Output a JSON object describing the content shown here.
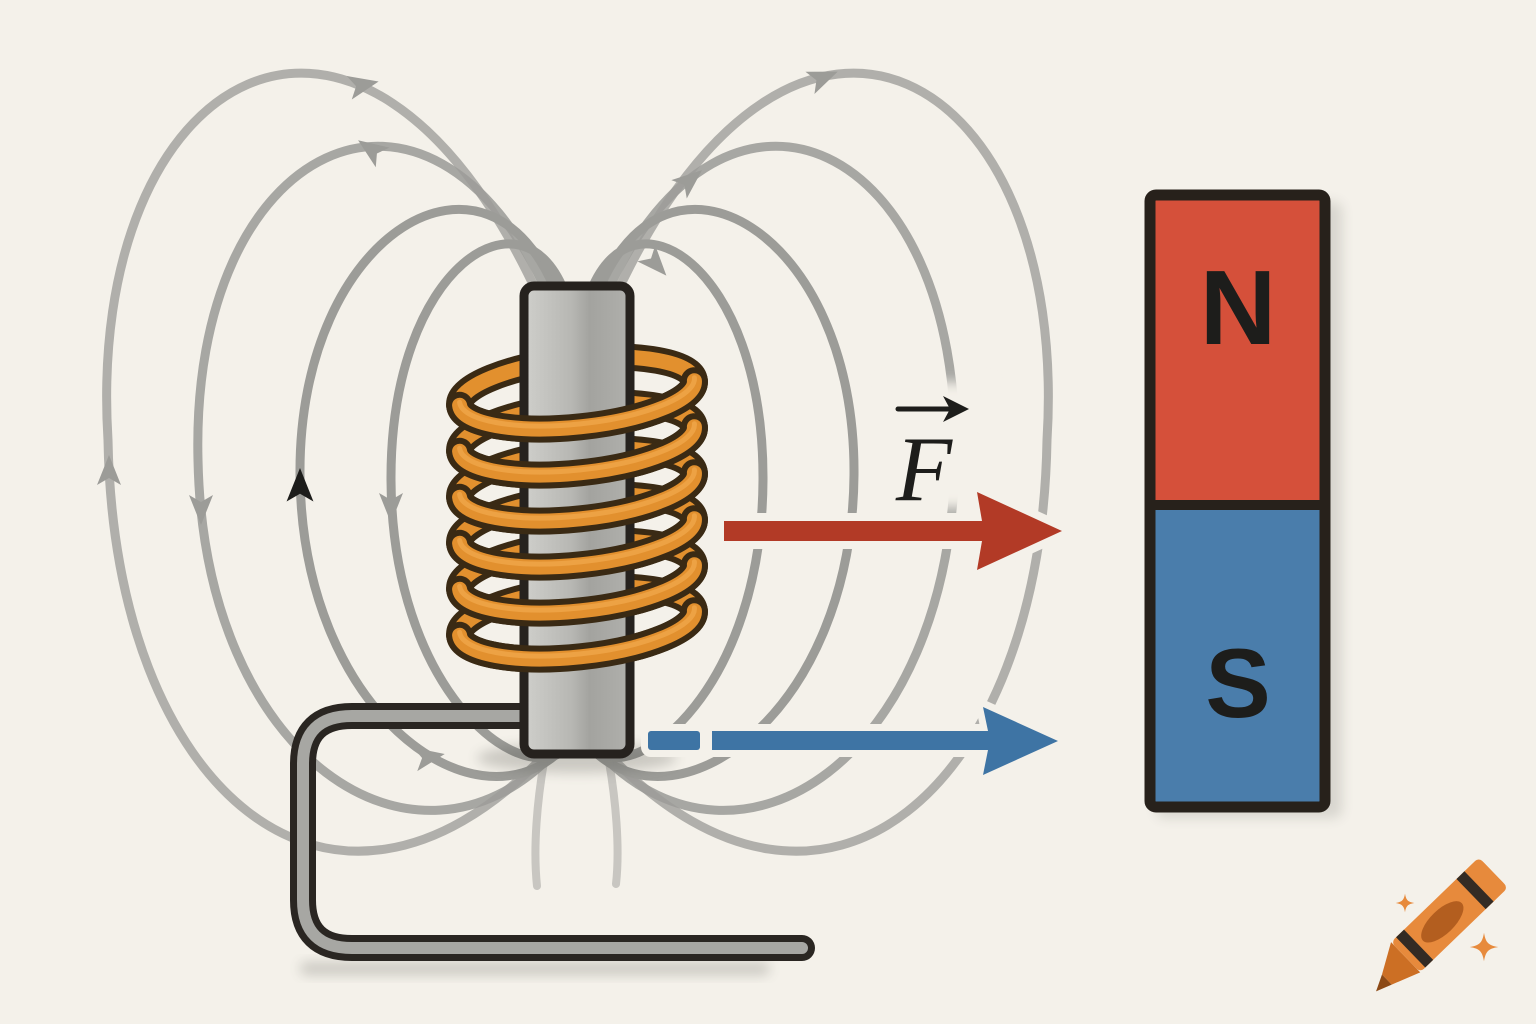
{
  "diagram": {
    "description": "Electromagnet coil on an iron core with magnetic field lines, a red force vector, a blue dashed reaction vector, and a bar magnet",
    "force_label": "F",
    "magnet": {
      "north_label": "N",
      "south_label": "S"
    },
    "coil_turns": 6,
    "colors": {
      "background": "#f4f1ea",
      "field_line": "#9c9c98",
      "coil": "#e2902e",
      "coil_outline": "#3a2a14",
      "coil_highlight": "#f2a94e",
      "core_outline": "#26221e",
      "wire_core": "#a7a7a3",
      "wire_outline": "#2a2622",
      "force_arrow": "#b23a26",
      "reaction_arrow": "#3e74a4",
      "magnet_north": "#d5503a",
      "magnet_south": "#4a7dab",
      "magnet_outline": "#27211b",
      "ink": "#1d1d1b",
      "watermark": "#e78a3c",
      "watermark_dark": "#b05c1e",
      "watermark_deep": "#8c4a16",
      "watermark_stripe": "#332b24",
      "shadow": "#3a3a36"
    }
  }
}
